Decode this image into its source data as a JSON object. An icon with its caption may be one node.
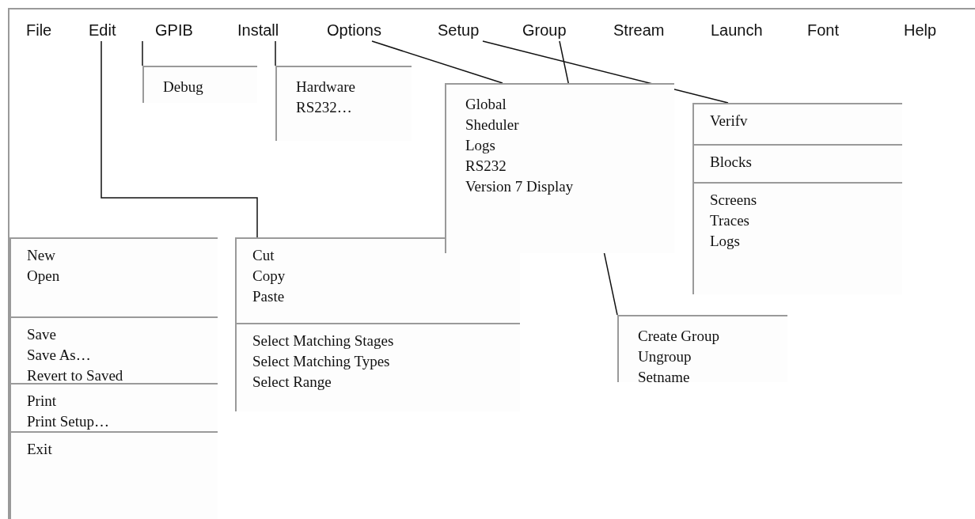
{
  "diagram": {
    "nodes": [
      {
        "text": [
          "File"
        ]
      },
      {
        "text": [
          "Edit"
        ]
      },
      {
        "text": [
          "GPIB"
        ]
      },
      {
        "text": [
          "Install"
        ]
      },
      {
        "text": [
          "Options"
        ]
      },
      {
        "text": [
          "Setup"
        ]
      },
      {
        "text": [
          "Group"
        ]
      },
      {
        "text": [
          "Stream"
        ]
      },
      {
        "text": [
          "Launch"
        ]
      },
      {
        "text": [
          "Font"
        ]
      },
      {
        "text": [
          "Help"
        ]
      },
      {
        "text": [],
        "shape": "box"
      },
      {
        "text": [
          "New",
          "Open"
        ],
        "in": 11
      },
      {
        "text": [
          "Save",
          "Save As…",
          "Revert to Saved"
        ],
        "in": 11
      },
      {
        "text": [
          "Print",
          "Print Setup…"
        ],
        "in": 11
      },
      {
        "text": [
          "Exit"
        ],
        "in": 11
      },
      {
        "text": [],
        "shape": "box"
      },
      {
        "text": [
          "Cut",
          "Copy",
          "Paste"
        ],
        "in": 16
      },
      {
        "text": [
          "Select Matching Stages",
          "Select Matching Types",
          "Select Range"
        ],
        "in": 16
      },
      {
        "text": [
          "Debug"
        ]
      },
      {
        "text": [
          "Hardware",
          "RS232…"
        ]
      },
      {
        "text": [
          "Global",
          "Sheduler",
          "Logs",
          "RS232",
          "Version 7 Display"
        ]
      },
      {
        "text": [],
        "shape": "box"
      },
      {
        "text": [
          "Verifv"
        ],
        "in": 22
      },
      {
        "text": [
          "Blocks"
        ],
        "in": 22
      },
      {
        "text": [
          "Screens",
          "Traces",
          "Logs"
        ],
        "in": 22
      },
      {
        "text": [
          "Create Group",
          "Ungroup",
          "Setname"
        ]
      }
    ],
    "edges": [
      {
        "from": 1,
        "to": 16,
        "arrow": "none"
      },
      {
        "from": 2,
        "to": 19,
        "arrow": "none"
      },
      {
        "from": 3,
        "to": 20,
        "arrow": "none"
      },
      {
        "from": 4,
        "to": 21,
        "arrow": "none"
      },
      {
        "from": 5,
        "to": 22,
        "arrow": "none"
      },
      {
        "from": 6,
        "to": 26,
        "arrow": "none"
      }
    ]
  }
}
